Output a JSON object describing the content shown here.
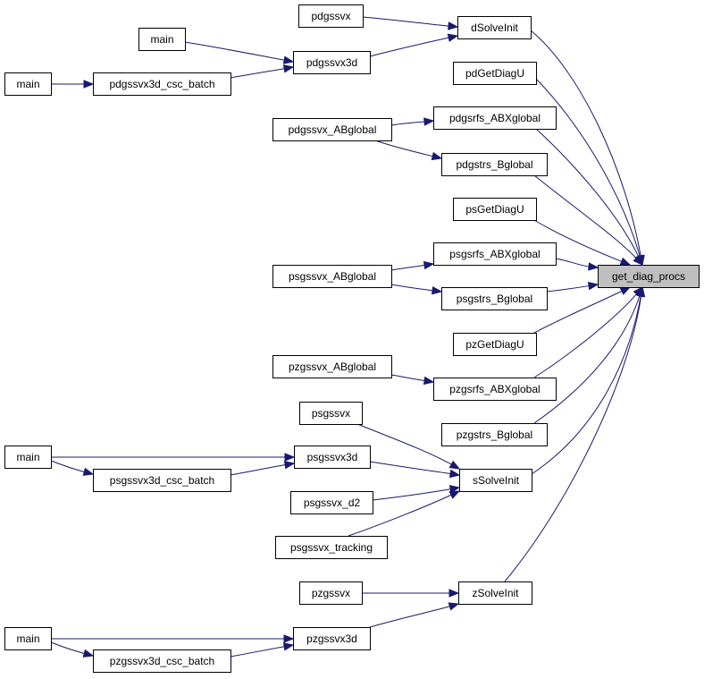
{
  "graph": {
    "nodes": {
      "get_diag_procs": "get_diag_procs",
      "dSolveInit": "dSolveInit",
      "pdgssvx_1": "pdgssvx",
      "pdgssvx3d_1": "pdgssvx3d",
      "main_1": "main",
      "main_2": "main",
      "pdgssvx3d_csc_batch": "pdgssvx3d_csc_batch",
      "pdGetDiagU": "pdGetDiagU",
      "pdgsrfs_ABXglobal": "pdgsrfs_ABXglobal",
      "pdgssvx_ABglobal": "pdgssvx_ABglobal",
      "pdgstrs_Bglobal": "pdgstrs_Bglobal",
      "psGetDiagU": "psGetDiagU",
      "psgsrfs_ABXglobal": "psgsrfs_ABXglobal",
      "psgssvx_ABglobal": "psgssvx_ABglobal",
      "psgstrs_Bglobal": "psgstrs_Bglobal",
      "pzGetDiagU": "pzGetDiagU",
      "pzgssvx_ABglobal": "pzgssvx_ABglobal",
      "pzgsrfs_ABXglobal": "pzgsrfs_ABXglobal",
      "pzgstrs_Bglobal": "pzgstrs_Bglobal",
      "psgssvx": "psgssvx",
      "main_3": "main",
      "psgssvx3d": "psgssvx3d",
      "psgssvx3d_csc_batch": "psgssvx3d_csc_batch",
      "psgssvx_d2": "psgssvx_d2",
      "psgssvx_tracking": "psgssvx_tracking",
      "sSolveInit": "sSolveInit",
      "pzgssvx": "pzgssvx",
      "zSolveInit": "zSolveInit",
      "main_4": "main",
      "pzgssvx3d": "pzgssvx3d",
      "pzgssvx3d_csc_batch": "pzgssvx3d_csc_batch"
    },
    "edges": [
      [
        "dSolveInit",
        "get_diag_procs"
      ],
      [
        "pdGetDiagU",
        "get_diag_procs"
      ],
      [
        "pdgsrfs_ABXglobal",
        "get_diag_procs"
      ],
      [
        "pdgstrs_Bglobal",
        "get_diag_procs"
      ],
      [
        "psGetDiagU",
        "get_diag_procs"
      ],
      [
        "psgsrfs_ABXglobal",
        "get_diag_procs"
      ],
      [
        "psgstrs_Bglobal",
        "get_diag_procs"
      ],
      [
        "pzGetDiagU",
        "get_diag_procs"
      ],
      [
        "pzgsrfs_ABXglobal",
        "get_diag_procs"
      ],
      [
        "pzgstrs_Bglobal",
        "get_diag_procs"
      ],
      [
        "sSolveInit",
        "get_diag_procs"
      ],
      [
        "zSolveInit",
        "get_diag_procs"
      ],
      [
        "pdgssvx_1",
        "dSolveInit"
      ],
      [
        "pdgssvx3d_1",
        "dSolveInit"
      ],
      [
        "main_1",
        "pdgssvx3d_1"
      ],
      [
        "pdgssvx3d_csc_batch",
        "pdgssvx3d_1"
      ],
      [
        "main_2",
        "pdgssvx3d_csc_batch"
      ],
      [
        "pdgssvx_ABglobal",
        "pdgsrfs_ABXglobal"
      ],
      [
        "pdgssvx_ABglobal",
        "pdgstrs_Bglobal"
      ],
      [
        "psgssvx_ABglobal",
        "psgsrfs_ABXglobal"
      ],
      [
        "psgssvx_ABglobal",
        "psgstrs_Bglobal"
      ],
      [
        "pzgssvx_ABglobal",
        "pzgsrfs_ABXglobal"
      ],
      [
        "psgssvx",
        "sSolveInit"
      ],
      [
        "psgssvx3d",
        "sSolveInit"
      ],
      [
        "psgssvx_d2",
        "sSolveInit"
      ],
      [
        "psgssvx_tracking",
        "sSolveInit"
      ],
      [
        "main_3",
        "psgssvx3d"
      ],
      [
        "main_3",
        "psgssvx3d_csc_batch"
      ],
      [
        "psgssvx3d_csc_batch",
        "psgssvx3d"
      ],
      [
        "pzgssvx",
        "zSolveInit"
      ],
      [
        "pzgssvx3d",
        "zSolveInit"
      ],
      [
        "main_4",
        "pzgssvx3d"
      ],
      [
        "main_4",
        "pzgssvx3d_csc_batch"
      ],
      [
        "pzgssvx3d_csc_batch",
        "pzgssvx3d"
      ]
    ]
  },
  "colors": {
    "edge": "#191970",
    "root_fill": "#bfbfbf",
    "node_fill": "#ffffff",
    "border": "#000000"
  }
}
